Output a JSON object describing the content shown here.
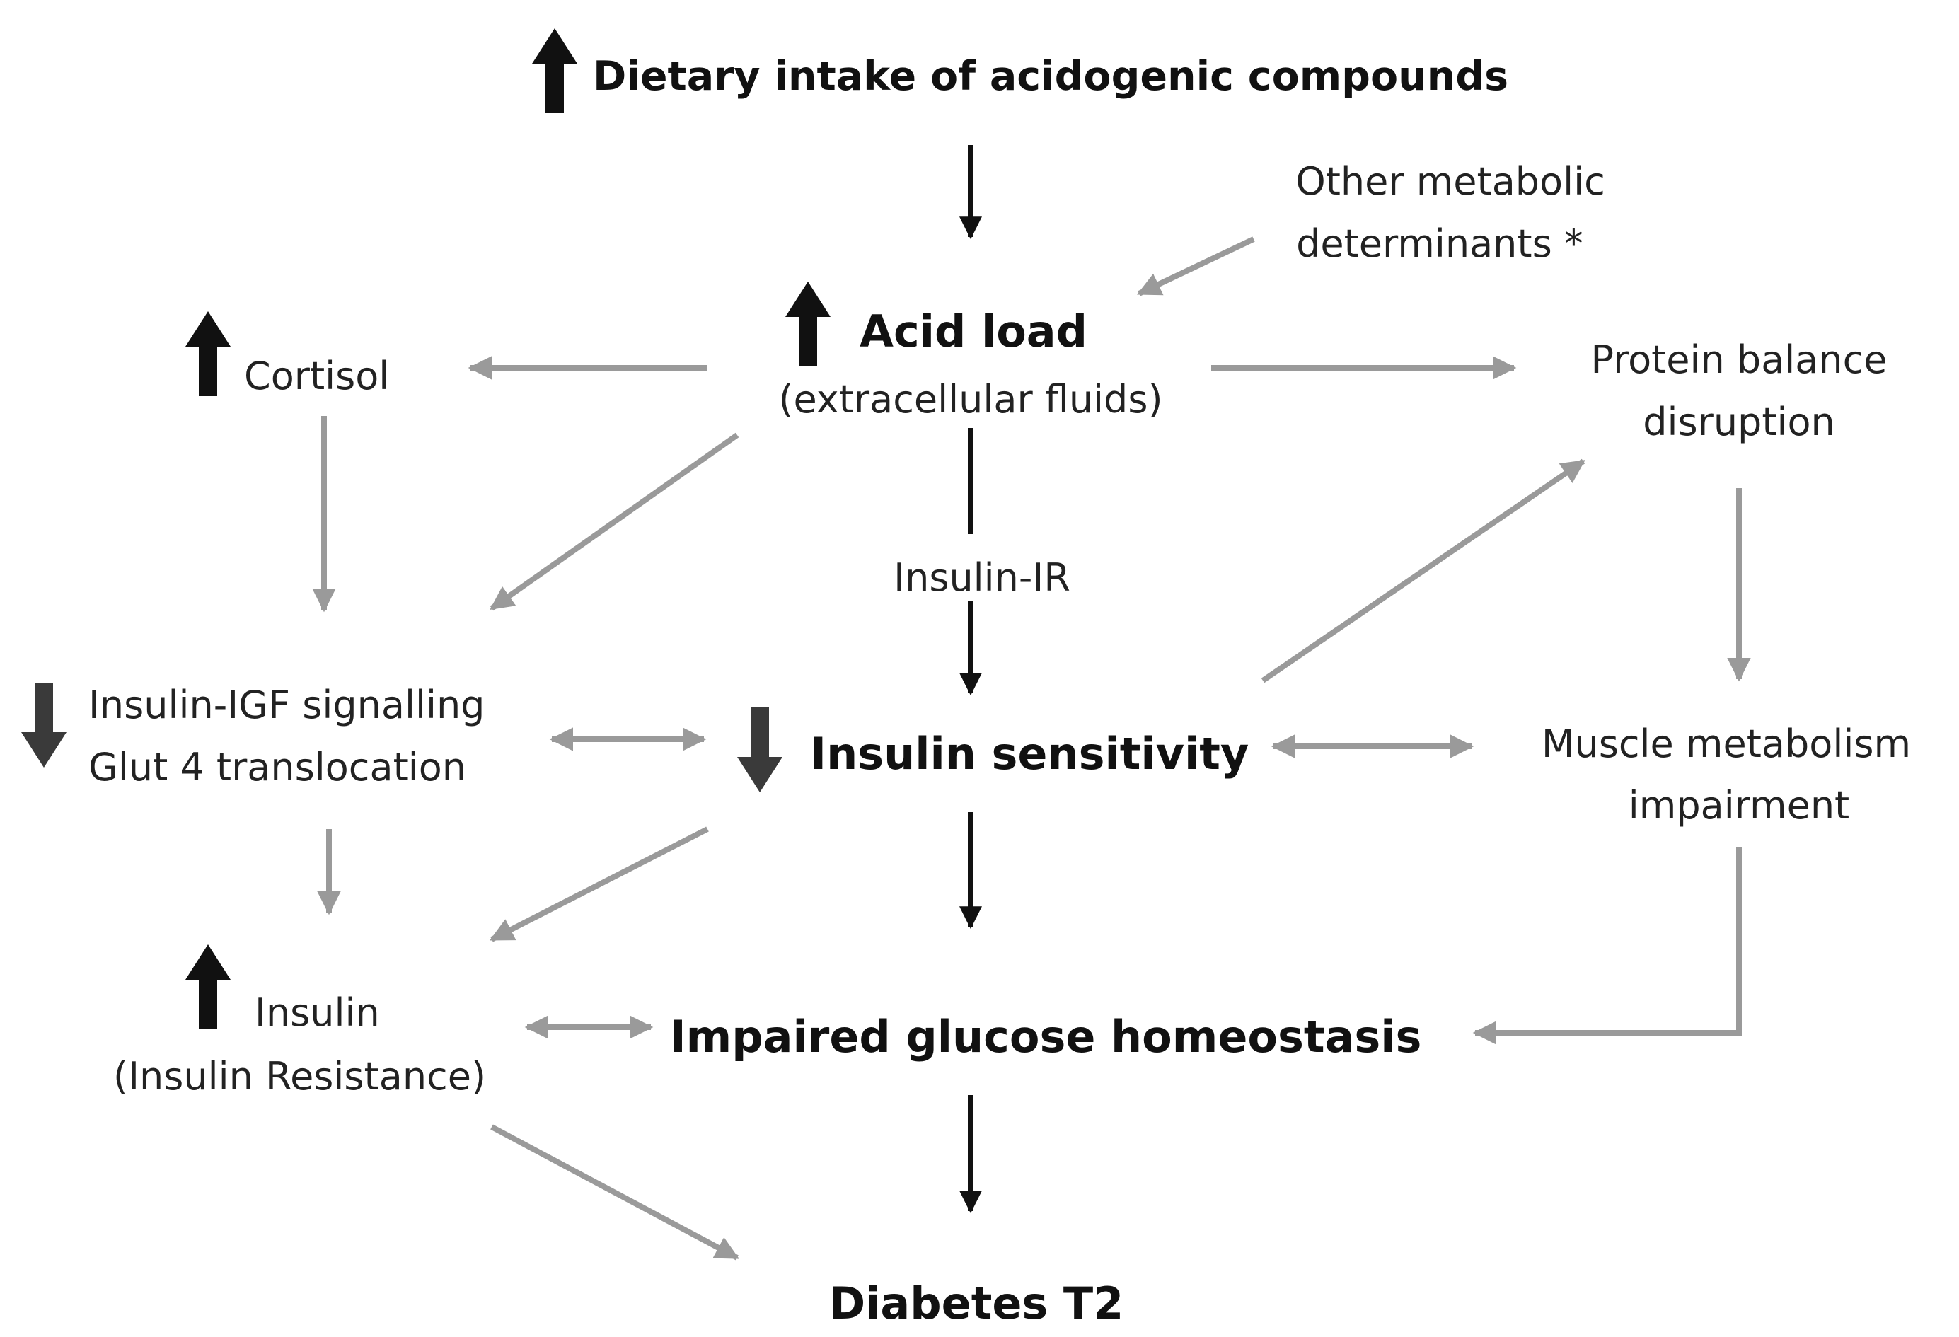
{
  "nodes": {
    "dietary_intake": "Dietary intake of acidogenic compounds",
    "other_determinants_line1": "Other metabolic",
    "other_determinants_line2": "determinants *",
    "acid_load": "Acid load",
    "acid_load_sub": "(extracellular fluids)",
    "cortisol": "Cortisol",
    "protein_balance_line1": "Protein balance",
    "protein_balance_line2": "disruption",
    "insulin_ir": "Insulin-IR",
    "igf_signalling_line1": "Insulin-IGF signalling",
    "igf_signalling_line2": "Glut 4 translocation",
    "insulin_sensitivity": "Insulin sensitivity",
    "muscle_metabolism_line1": "Muscle metabolism",
    "muscle_metabolism_line2": "impairment",
    "insulin_line1": "Insulin",
    "insulin_line2": "(Insulin Resistance)",
    "glucose_homeostasis": "Impaired glucose homeostasis",
    "diabetes": "Diabetes T2"
  },
  "indicators": {
    "increase": "up-arrow-icon",
    "decrease": "down-arrow-icon"
  },
  "colors": {
    "primary_arrow": "#111111",
    "secondary_arrow": "#9a9a9a",
    "decrease_indicator": "#3a3a3a",
    "text": "#222222"
  }
}
